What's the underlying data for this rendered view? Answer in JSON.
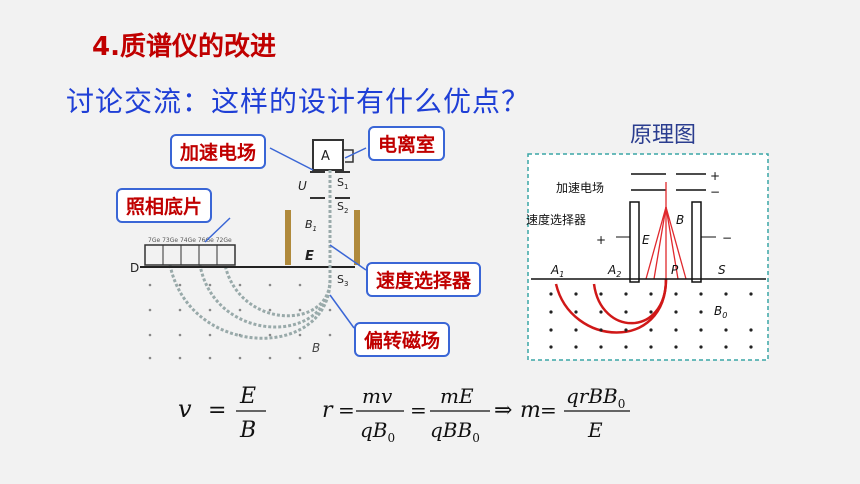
{
  "title": "4.质谱仪的改进",
  "question": "讨论交流：这样的设计有什么优点？",
  "principle_title": "原理图",
  "callouts": {
    "accel": "加速电场",
    "ion_chamber": "电离室",
    "film": "照相底片",
    "velocity_selector": "速度选择器",
    "deflection": "偏转磁场"
  },
  "left_figure": {
    "A": "A",
    "U": "U",
    "S1": "S",
    "S1_sub": "1",
    "S2": "S",
    "S2_sub": "2",
    "S3": "S",
    "S3_sub": "3",
    "B1": "B",
    "B1_sub": "1",
    "E": "E",
    "D": "D",
    "B": "B",
    "film_marks": "7Ge 73Ge 74Ge 76Ge 72Ge"
  },
  "right_figure": {
    "accel_label": "加速电场",
    "selector_label": "速度选择器",
    "B": "B",
    "E": "E",
    "A1": "A",
    "A1_sub": "1",
    "A2": "A",
    "A2_sub": "2",
    "P": "P",
    "S": "S",
    "B0": "B",
    "B0_sub": "0",
    "plus1": "+",
    "minus1": "−",
    "plus2": "+",
    "minus2": "−"
  },
  "formulas": {
    "v": "v",
    "eq1": "=",
    "E1": "E",
    "B1": "B",
    "r": "r",
    "eq2": "=",
    "mv": "mv",
    "qB0": "qB",
    "qB0_sub": "0",
    "eq3": "=",
    "mE": "mE",
    "qBB0": "qBB",
    "qBB0_sub": "0",
    "implies": "⇒",
    "m": "m",
    "eq4": "=",
    "qrBB0": "qrBB",
    "qrBB0_sub": "0",
    "E2": "E"
  }
}
